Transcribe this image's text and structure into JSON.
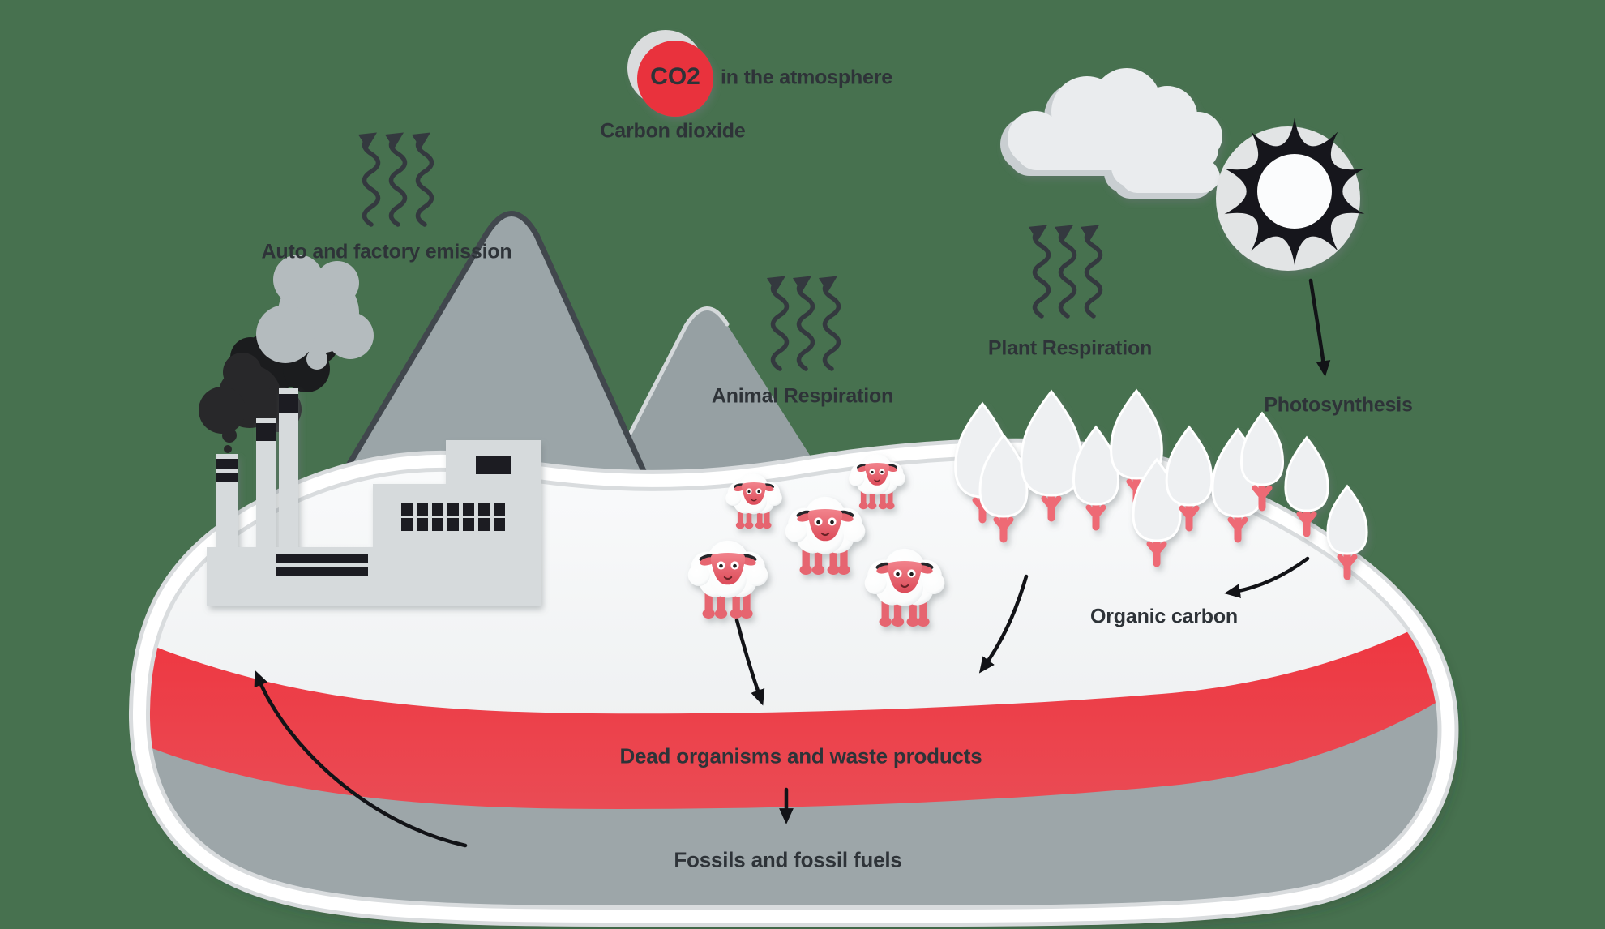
{
  "title": "Carbon cycle diagram",
  "badge": {
    "co2": "CO2",
    "suffix": "in the atmosphere",
    "caption": "Carbon dioxide"
  },
  "labels": {
    "auto_factory": "Auto and factory emission",
    "animal_respiration": "Animal Respiration",
    "plant_respiration": "Plant Respiration",
    "photosynthesis": "Photosynthesis",
    "organic_carbon": "Organic carbon",
    "dead_organisms": "Dead organisms and waste products",
    "fossils": "Fossils and fossil fuels"
  },
  "colors": {
    "bg": "#47714f",
    "ink": "#2e3338",
    "arrow": "#121317",
    "red": "#e9323e",
    "red-band-top": "#ee3741",
    "red-band-bottom": "#e9515a",
    "gray-band": "#9da6a9",
    "rim": "#ffffff",
    "rim-soft": "#d9dcde",
    "mountain": "#9ba5a8",
    "mountain2": "#96a0a3",
    "mountain-edge-dark": "#41474d",
    "mountain-edge-light": "#d4d8da",
    "factory": "#d6dadc",
    "factory-dark": "#1d1f21",
    "smoke-light": "#b4bbbe",
    "smoke-black": "#1b1c1e",
    "smoke-dark": "#28282a",
    "cloud": "#eaecee",
    "cloud-shadow": "#c9ced1",
    "sun-body": "#17181b",
    "sun-center": "#fbfcfd",
    "sheep-face": "#e66570",
    "sheep-face-dark": "#dd4f5c",
    "sheep-ear": "#26262a",
    "tree-fill": "#eef0f2",
    "tree-trunk": "#ee6b74",
    "badge-shadow": "#dadcdd"
  }
}
